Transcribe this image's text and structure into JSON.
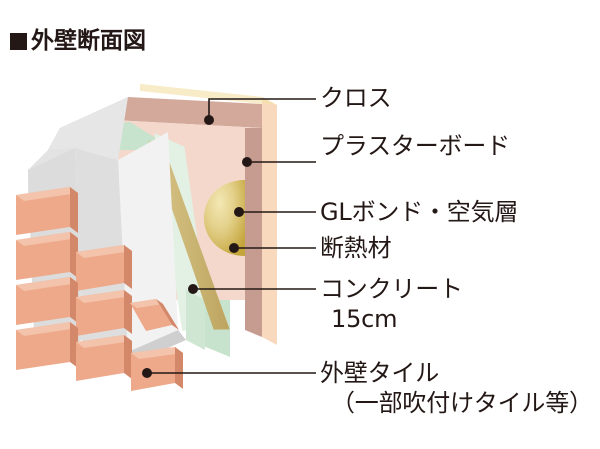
{
  "title": {
    "marker": "filled-square-bullet",
    "text": "外壁断面図"
  },
  "diagram": {
    "name": "exterior-wall-cross-section",
    "layers": [
      {
        "id": "cloth",
        "label": "クロス",
        "color": "#f7e7c3"
      },
      {
        "id": "plasterboard",
        "label": "プラスターボード",
        "color": "#ceab9e"
      },
      {
        "id": "gl-bond",
        "label": "GLボンド・空気層",
        "color": "#d7b75b"
      },
      {
        "id": "insulation",
        "label": "断熱材",
        "color": "#cfe6d2"
      },
      {
        "id": "concrete",
        "label": "コンクリート",
        "color": "#dcdcdc"
      },
      {
        "id": "tile",
        "label": "外壁タイル",
        "color": "#eda98a"
      }
    ],
    "colors": {
      "cloth_top": "#f8ecc8",
      "cloth_edge": "#f5dfb0",
      "plasterboard_top": "#d3a99b",
      "plasterboard_face": "#f4d8cb",
      "plasterboard_side": "#c69c90",
      "plasterboard_outer_edge": "#f9d9bd",
      "insulation_top": "#c8e3cd",
      "insulation_face": "#e3f1e4",
      "insulation_side": "#aed4b6",
      "glbond_band": "#cbb675",
      "glbond_dome_light": "#f0e3a8",
      "glbond_dome_dark": "#c8a93f",
      "concrete_light": "#f2f2f2",
      "concrete_mid": "#dedede",
      "concrete_dark": "#cfcfcf",
      "concrete_top": "#e6e6e6",
      "tile_face": "#eda98a",
      "tile_top": "#f3c4ab",
      "tile_side": "#d4886a",
      "leader": "#231815"
    }
  },
  "callouts": [
    {
      "id": "cloth",
      "line1": "クロス",
      "line2": ""
    },
    {
      "id": "plasterboard",
      "line1": "プラスターボード",
      "line2": ""
    },
    {
      "id": "gl-bond",
      "line1": "GLボンド・空気層",
      "line2": ""
    },
    {
      "id": "insulation",
      "line1": "断熱材",
      "line2": ""
    },
    {
      "id": "concrete",
      "line1": "コンクリート",
      "line2": "15cm"
    },
    {
      "id": "tile",
      "line1": "外壁タイル",
      "line2": "（一部吹付けタイル等）"
    }
  ]
}
